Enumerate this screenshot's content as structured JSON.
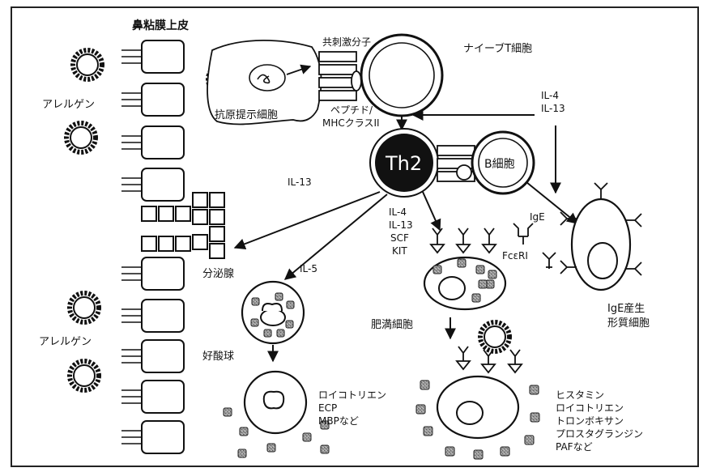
{
  "labels": {
    "nasal_epithelium": "鼻粘膜上皮",
    "costim": "共刺激分子",
    "naive_t": "ナイーブT細胞",
    "apc": "抗原提示細胞",
    "peptide": "ペプチド/",
    "mhc": "MHCクラスII",
    "allergen_top": "アレルゲン",
    "allergen_bottom": "アレルゲン",
    "il4_top": "IL-4",
    "il13_top": "IL-13",
    "th2": "Th2",
    "b_cell": "B細胞",
    "il13_left": "IL-13",
    "il5": "IL-5",
    "il4_mast": "IL-4",
    "il13_mast": "IL-13",
    "scf": "SCF",
    "kit": "KIT",
    "ige": "IgE",
    "fceri": "FcεRI",
    "gland": "分泌腺",
    "eosinophil": "好酸球",
    "mast_cell": "肥満細胞",
    "plasma_1": "IgE産生",
    "plasma_2": "形質細胞",
    "eos_med_1": "ロイコトリエン",
    "eos_med_2": "ECP",
    "eos_med_3": "MBPなど",
    "mast_med_1": "ヒスタミン",
    "mast_med_2": "ロイコトリエン",
    "mast_med_3": "トロンボキサン",
    "mast_med_4": "プロスタグランジン",
    "mast_med_5": "PAFなど"
  }
}
